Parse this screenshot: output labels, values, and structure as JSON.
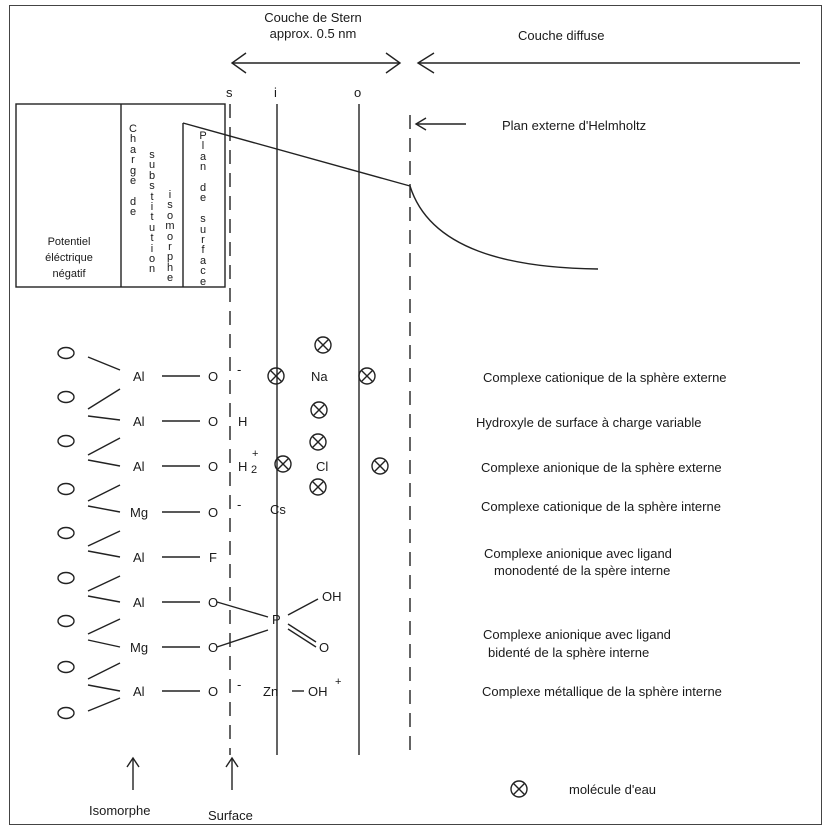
{
  "header": {
    "stern_title": "Couche de Stern",
    "stern_thickness": "approx. 0.5 nm",
    "diffuse": "Couche diffuse",
    "helmholtz": "Plan externe d'Helmholtz"
  },
  "planes": {
    "s": "s",
    "i": "i",
    "o": "o"
  },
  "box": {
    "potentiel_line1": "Potentiel",
    "potentiel_line2": "éléctrique",
    "potentiel_line3": "négatif",
    "charge_col": "C\nh\na\nr\ng\ne\n\nd\ne",
    "substitution_col": "s\nu\nb\ns\nt\ni\nt\nu\nt\ni\no\nn",
    "isomorphe_col": "i\ns\no\nm\no\nr\np\nh\ne",
    "plan_col": "P\nl\na\nn\n\nd\ne\n\ns\nu\nr\nf\na\nc\ne"
  },
  "rows": {
    "r1_metal": "Al",
    "r1_oxy": "O",
    "r2_metal": "Al",
    "r2_oxy": "O",
    "r3_metal": "Al",
    "r3_oxy": "O",
    "r4_metal": "Mg",
    "r4_oxy": "O",
    "r5_metal": "Al",
    "r5_oxy": "F",
    "r6_metal": "Al",
    "r6_oxy": "O",
    "r7_metal": "Mg",
    "r7_oxy": "O",
    "r8_metal": "Al",
    "r8_oxy": "O"
  },
  "species": {
    "minus1": "-",
    "minus4": "-",
    "minus8": "-",
    "h": "H",
    "h2": "H",
    "h2_sub": "2",
    "h2_sup": "+",
    "na": "Na",
    "cl": "Cl",
    "cs": "Cs",
    "p": "P",
    "oh": "OH",
    "o_double": "O",
    "zn": "Zn",
    "oh_zn": "OH",
    "zn_plus": "+"
  },
  "labels": {
    "l1": "Complexe cationique de la sphère externe",
    "l2": "Hydroxyle de surface à charge variable",
    "l3": "Complexe anionique de la sphère externe",
    "l4": "Complexe cationique de la sphère interne",
    "l5a": "Complexe anionique avec ligand",
    "l5b": "monodenté de la spère interne",
    "l6a": "Complexe anionique avec ligand",
    "l6b": "bidenté de la sphère interne",
    "l7": "Complexe métallique de la sphère interne"
  },
  "legend": {
    "water": "molécule d'eau"
  },
  "footer": {
    "isomorphe": "Isomorphe",
    "surface": "Surface"
  }
}
